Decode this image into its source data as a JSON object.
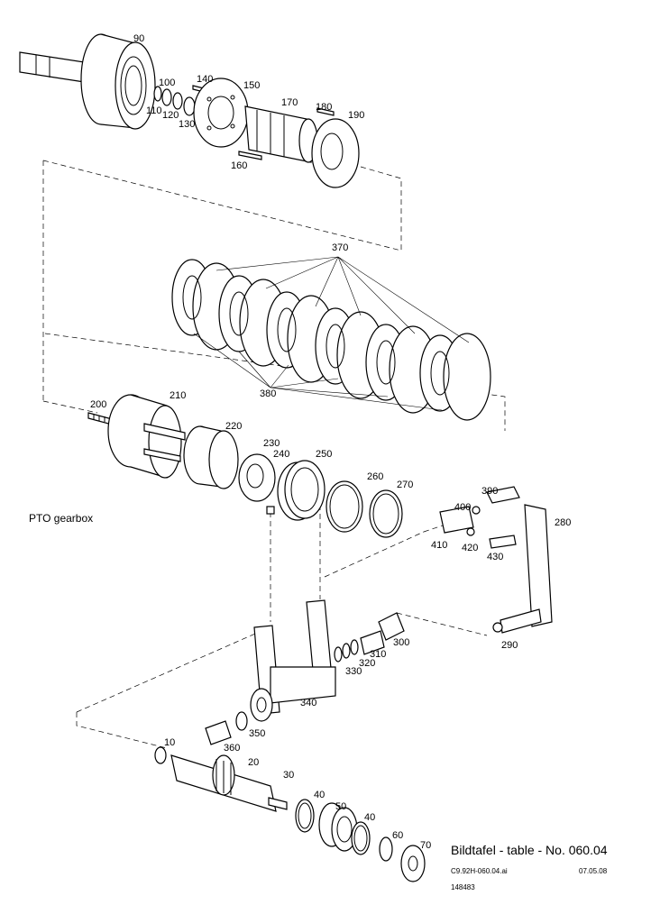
{
  "side_label": "PTO gearbox",
  "title_block": {
    "title": "Bildtafel - table - No. 060.04",
    "file": "C9.92H-060.04.ai",
    "date": "07.05.08",
    "number": "148483"
  },
  "callouts": [
    "90",
    "100",
    "110",
    "120",
    "130",
    "140",
    "150",
    "160",
    "170",
    "180",
    "190",
    "370",
    "380",
    "200",
    "210",
    "220",
    "230",
    "240",
    "250",
    "260",
    "270",
    "390",
    "400",
    "410",
    "420",
    "430",
    "280",
    "290",
    "300",
    "310",
    "320",
    "330",
    "340",
    "350",
    "360",
    "10",
    "20",
    "30",
    "40",
    "50",
    "40",
    "60",
    "70"
  ]
}
